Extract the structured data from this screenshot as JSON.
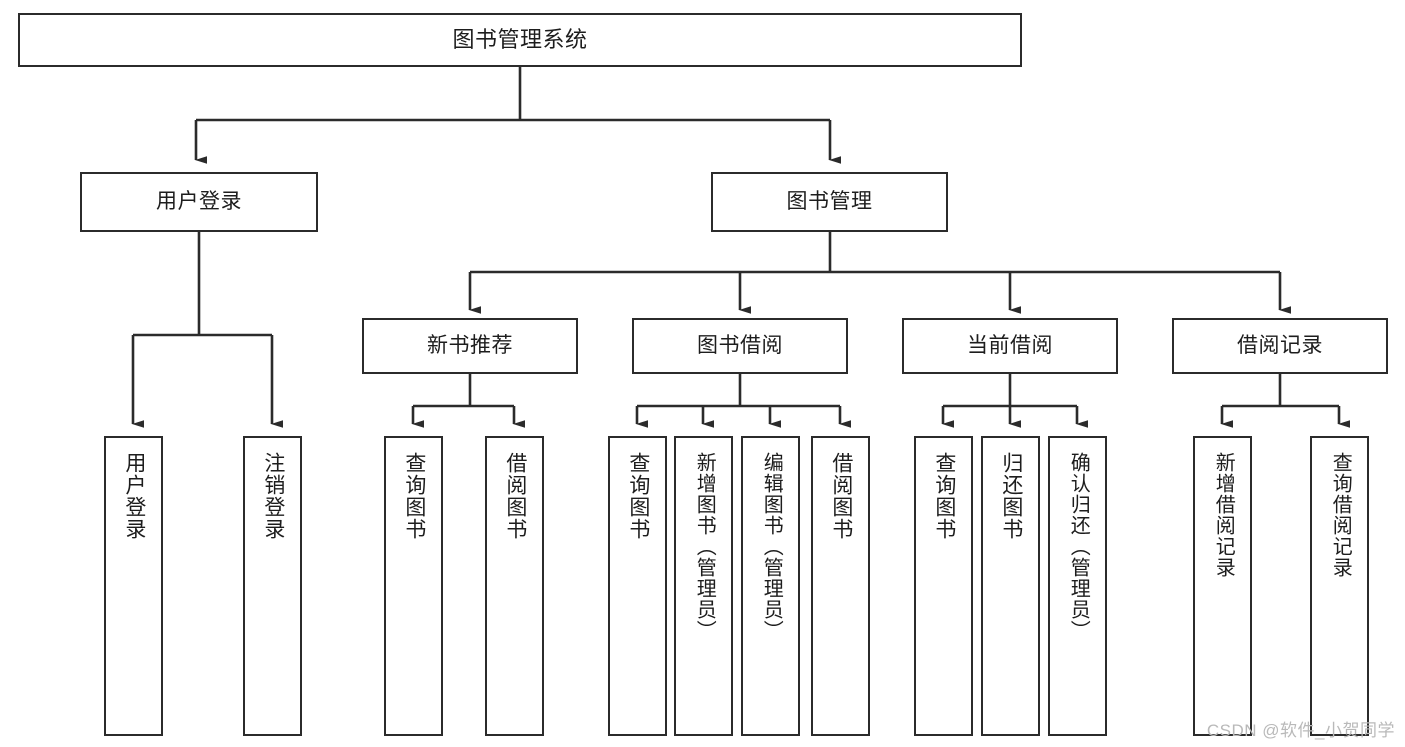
{
  "diagram": {
    "title": "图书管理系统",
    "root": {
      "label": "图书管理系统"
    },
    "level2": [
      {
        "label": "用户登录"
      },
      {
        "label": "图书管理"
      }
    ],
    "level3": [
      {
        "label": "新书推荐"
      },
      {
        "label": "图书借阅"
      },
      {
        "label": "当前借阅"
      },
      {
        "label": "借阅记录"
      }
    ],
    "leaves": {
      "user_login": [
        {
          "label": "用户登录"
        },
        {
          "label": "注销登录"
        }
      ],
      "new_book_recommend": [
        {
          "label": "查询图书"
        },
        {
          "label": "借阅图书"
        }
      ],
      "book_borrow": [
        {
          "label": "查询图书"
        },
        {
          "label": "新增图书（管理员）"
        },
        {
          "label": "编辑图书（管理员）"
        },
        {
          "label": "借阅图书"
        }
      ],
      "current_borrow": [
        {
          "label": "查询图书"
        },
        {
          "label": "归还图书"
        },
        {
          "label": "确认归还（管理员）"
        }
      ],
      "borrow_record": [
        {
          "label": "新增借阅记录"
        },
        {
          "label": "查询借阅记录"
        }
      ]
    }
  },
  "watermark": {
    "text": "CSDN @软件_小贺同学"
  },
  "style": {
    "line_color": "#2b2b2b",
    "box_fill": "#ffffff",
    "text_color": "#1d1d1d",
    "watermark_color": "#b9b9b9"
  }
}
